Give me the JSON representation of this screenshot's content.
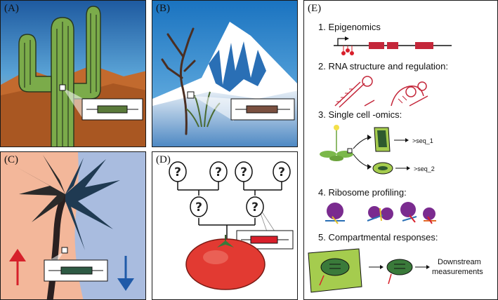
{
  "panels": {
    "a": {
      "label": "(A)"
    },
    "b": {
      "label": "(B)"
    },
    "c": {
      "label": "(C)"
    },
    "d": {
      "label": "(D)",
      "node_mark": "?"
    },
    "e": {
      "label": "(E)",
      "items": [
        {
          "title": "1. Epigenomics"
        },
        {
          "title": "2. RNA structure and regulation:"
        },
        {
          "title": "3. Single cell -omics:",
          "seq1": ">seq_1",
          "seq2": ">seq_2"
        },
        {
          "title": "4. Ribosome profiling:"
        },
        {
          "title": "5. Compartmental responses:",
          "downstream_line1": "Downstream",
          "downstream_line2": "measurements"
        }
      ]
    }
  },
  "colors": {
    "cactus": "#7bab4a",
    "desert_sky": "#2f7fc1",
    "mountain_blue": "#2a6fb5",
    "gene_green": "#5a7a3a",
    "gene_brown": "#7a5040",
    "gene_darkgreen": "#2e5a44",
    "gene_red": "#d81f2a",
    "exon_red": "#c4273a",
    "ribosome_purple": "#7a2b8f",
    "cell_green": "#a5cc4e",
    "tomato_red": "#e23a32"
  }
}
